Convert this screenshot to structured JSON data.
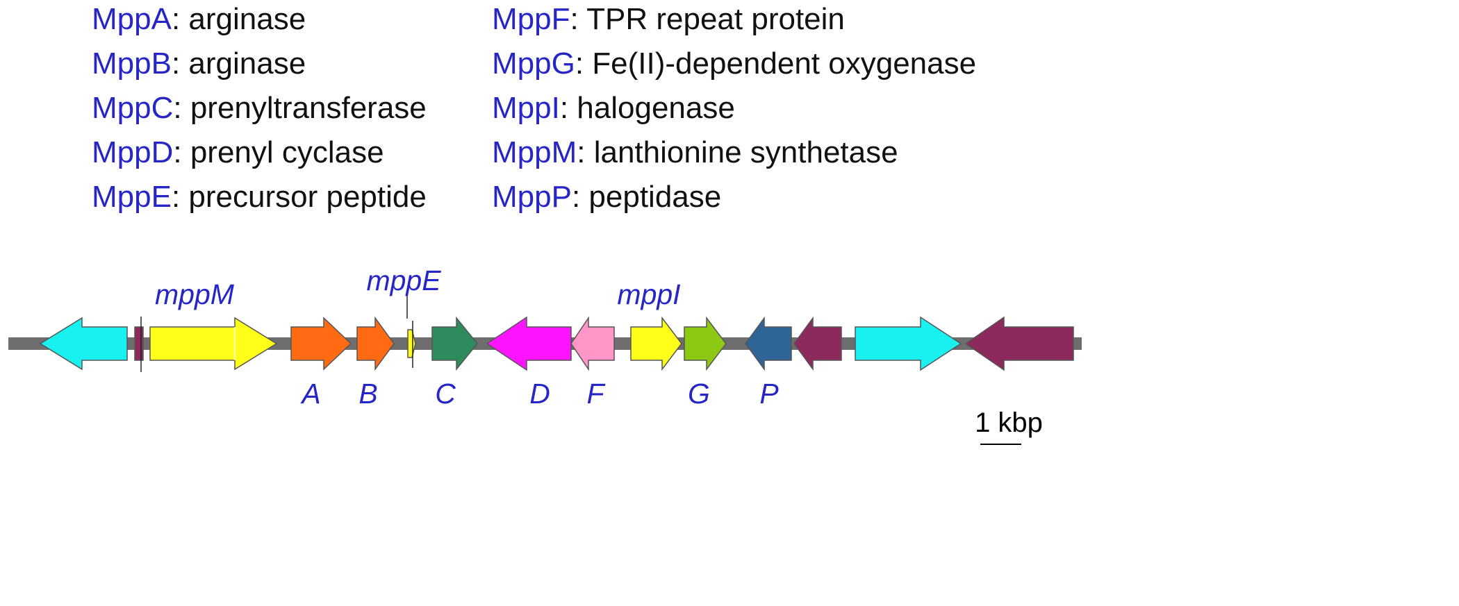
{
  "legend": {
    "left": [
      {
        "gene": "MppA",
        "sep": ": ",
        "function": "arginase"
      },
      {
        "gene": "MppB",
        "sep": ": ",
        "function": "arginase"
      },
      {
        "gene": "MppC",
        "sep": ": ",
        "function": "prenyltransferase"
      },
      {
        "gene": "MppD",
        "sep": ": ",
        "function": "prenyl cyclase"
      },
      {
        "gene": "MppE",
        "sep": ": ",
        "function": "precursor peptide"
      }
    ],
    "right": [
      {
        "gene": "MppF",
        "sep": ": ",
        "function": "TPR repeat protein"
      },
      {
        "gene": "MppG",
        "sep": ": ",
        "function": "Fe(II)-dependent oxygenase"
      },
      {
        "gene": "MppI",
        "sep": ": ",
        "function": "halogenase"
      },
      {
        "gene": "MppM",
        "sep": ": ",
        "function": "lanthionine synthetase"
      },
      {
        "gene": "MppP",
        "sep": ": ",
        "function": "peptidase"
      }
    ]
  },
  "labels": {
    "mppM": "mppM",
    "mppE": "mppE",
    "mppI": "mppI",
    "A": "A",
    "B": "B",
    "C": "C",
    "D": "D",
    "F": "F",
    "G": "G",
    "P": "P"
  },
  "scale": {
    "label": "1 kbp"
  },
  "colors": {
    "cyan": "#19f0f0",
    "maroon": "#8c2a5e",
    "yellow": "#ffff1a",
    "orange": "#ff6a12",
    "darkgreen": "#2e8b5e",
    "magenta": "#ff14ff",
    "pink": "#ff96c8",
    "lime": "#8cc814",
    "steelblue": "#2e6496",
    "backbone": "#6e6e6e",
    "gene_text": "#2626c8"
  }
}
